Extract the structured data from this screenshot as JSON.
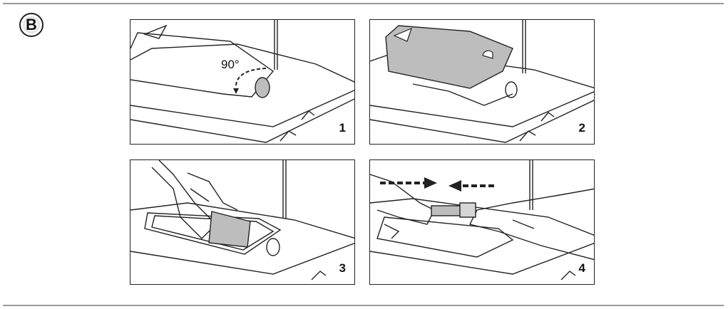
{
  "section_label": "B",
  "panels": [
    {
      "step": "1",
      "annotation": "90°"
    },
    {
      "step": "2"
    },
    {
      "step": "3"
    },
    {
      "step": "4"
    }
  ],
  "colors": {
    "line": "#222222",
    "shade": "#bdbdbd",
    "frame": "#9a9a9a"
  }
}
